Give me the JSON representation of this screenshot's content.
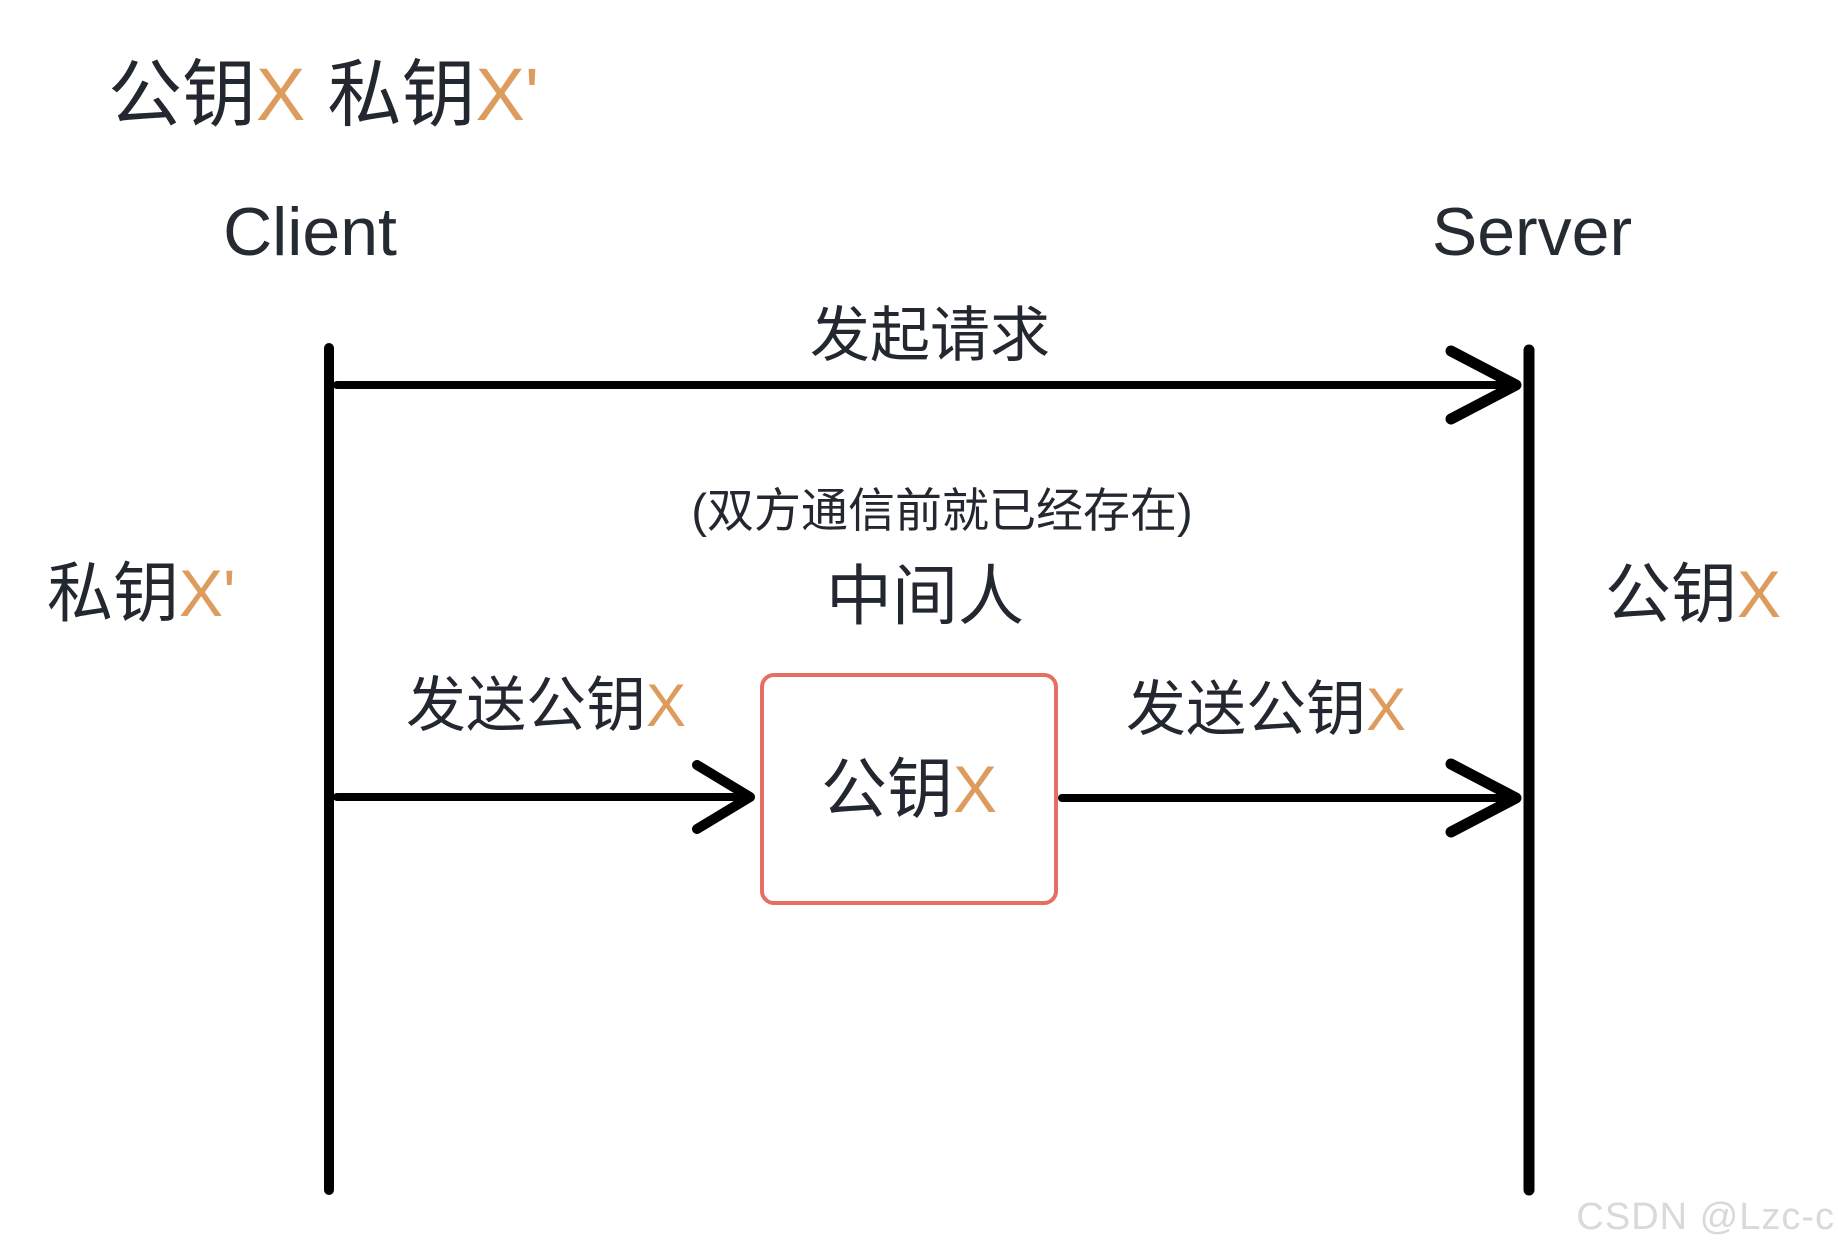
{
  "title_legend": {
    "pub": "公钥",
    "pub_var": "X",
    "priv": "私钥",
    "priv_var": "X'"
  },
  "actors": {
    "client": "Client",
    "server": "Server"
  },
  "arrows": {
    "request_label": "发起请求",
    "send_left_label": {
      "text": "发送公钥",
      "var": "X"
    },
    "send_right_label": {
      "text": "发送公钥",
      "var": "X"
    }
  },
  "mitm": {
    "note": "(双方通信前就已经存在)",
    "title": "中间人",
    "box": {
      "text": "公钥",
      "var": "X"
    }
  },
  "side_keys": {
    "client_private": {
      "text": "私钥",
      "var": "X'"
    },
    "server_public": {
      "text": "公钥",
      "var": "X"
    }
  },
  "watermark": "CSDN @Lzc-c",
  "colors": {
    "text_dark": "#23272F",
    "accent_orange": "#DD9B5E",
    "box_border": "#E66E62",
    "line_black": "#000000",
    "watermark_gray": "#D9D9D9"
  }
}
